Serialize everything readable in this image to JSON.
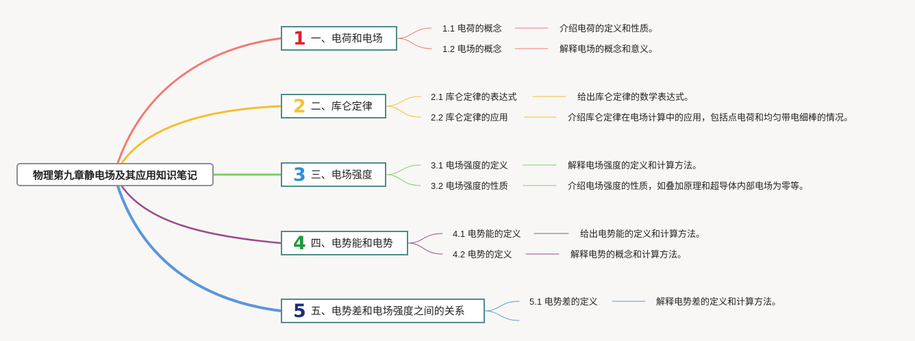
{
  "root": {
    "title": "物理第九章静电场及其应用知识笔记"
  },
  "branches": [
    {
      "num": "1",
      "label": "一、电荷和电场",
      "color": "#ef7b72",
      "num_color": "#e0202b",
      "items": [
        {
          "topic": "1.1 电荷的概念",
          "desc": "介绍电荷的定义和性质。"
        },
        {
          "topic": "1.2 电场的概念",
          "desc": "解释电场的概念和意义。"
        }
      ]
    },
    {
      "num": "2",
      "label": "二、库仑定律",
      "color": "#f4be2f",
      "num_color": "#f4c430",
      "items": [
        {
          "topic": "2.1 库仑定律的表达式",
          "desc": "给出库仑定律的数学表达式。"
        },
        {
          "topic": "2.2 库仑定律的应用",
          "desc": "介绍库仑定律在电场计算中的应用，包括点电荷和均匀带电细棒的情况。"
        }
      ]
    },
    {
      "num": "3",
      "label": "三、电场强度",
      "color": "#7dcd68",
      "num_color": "#2b93d6",
      "items": [
        {
          "topic": "3.1 电场强度的定义",
          "desc": "解释电场强度的定义和计算方法。"
        },
        {
          "topic": "3.2 电场强度的性质",
          "desc": "介绍电场强度的性质，如叠加原理和超导体内部电场为零等。"
        }
      ]
    },
    {
      "num": "4",
      "label": "四、电势能和电势",
      "color": "#9b4a8c",
      "num_color": "#1f9a3a",
      "items": [
        {
          "topic": "4.1 电势能的定义",
          "desc": "给出电势能的定义和计算方法。"
        },
        {
          "topic": "4.2 电势的定义",
          "desc": "解释电势的概念和计算方法。"
        }
      ]
    },
    {
      "num": "5",
      "label": "五、电势差和电场强度之间的关系",
      "color": "#5b96db",
      "num_color": "#1b2f78",
      "items": [
        {
          "topic": "5.1 电势差的定义",
          "desc": "解释电势差的定义和计算方法。"
        },
        {
          "topic": "",
          "desc": ""
        }
      ]
    }
  ]
}
